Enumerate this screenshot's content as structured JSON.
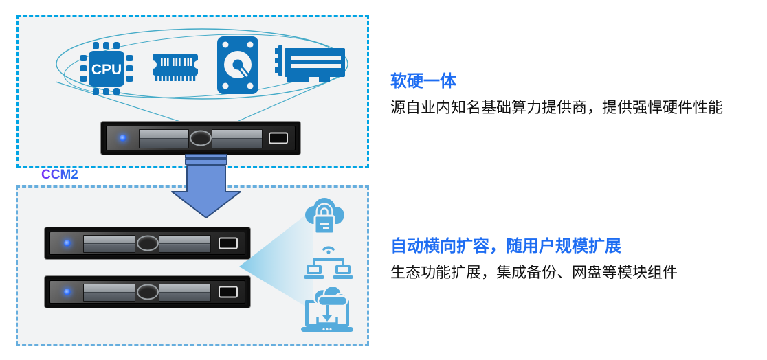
{
  "labels": {
    "ccm2": "CCM2",
    "cpu": "CPU"
  },
  "sections": {
    "hardware": {
      "title": "软硬一体",
      "description": "源自业内知名基础算力提供商，提供强悍硬件性能"
    },
    "scale": {
      "title": "自动横向扩容，随用户规模扩展",
      "description": "生态功能扩展，集成备份、网盘等模块组件"
    }
  },
  "icons": {
    "cpu": "cpu-chip-icon",
    "ram": "memory-module-icon",
    "hdd": "hard-disk-icon",
    "gpu": "gpu-card-icon",
    "down_arrow": "down-arrow-icon",
    "cloud_lock": "cloud-security-icon",
    "network": "device-network-icon",
    "cloud_download": "cloud-backup-icon",
    "server": "rack-server"
  },
  "colors": {
    "title_blue": "#1e6df2",
    "hardware_icon_blue": "#0d72b9",
    "feature_icon_blue": "#55abdc",
    "top_box_border": "#00a4e4",
    "bottom_box_border": "#66aede",
    "box_background": "#f2f3f4",
    "arrow_fill": "#6b92da",
    "arrow_border": "#2e4d7d",
    "orbit_stroke": "#45abc8",
    "body_text": "#111111"
  }
}
